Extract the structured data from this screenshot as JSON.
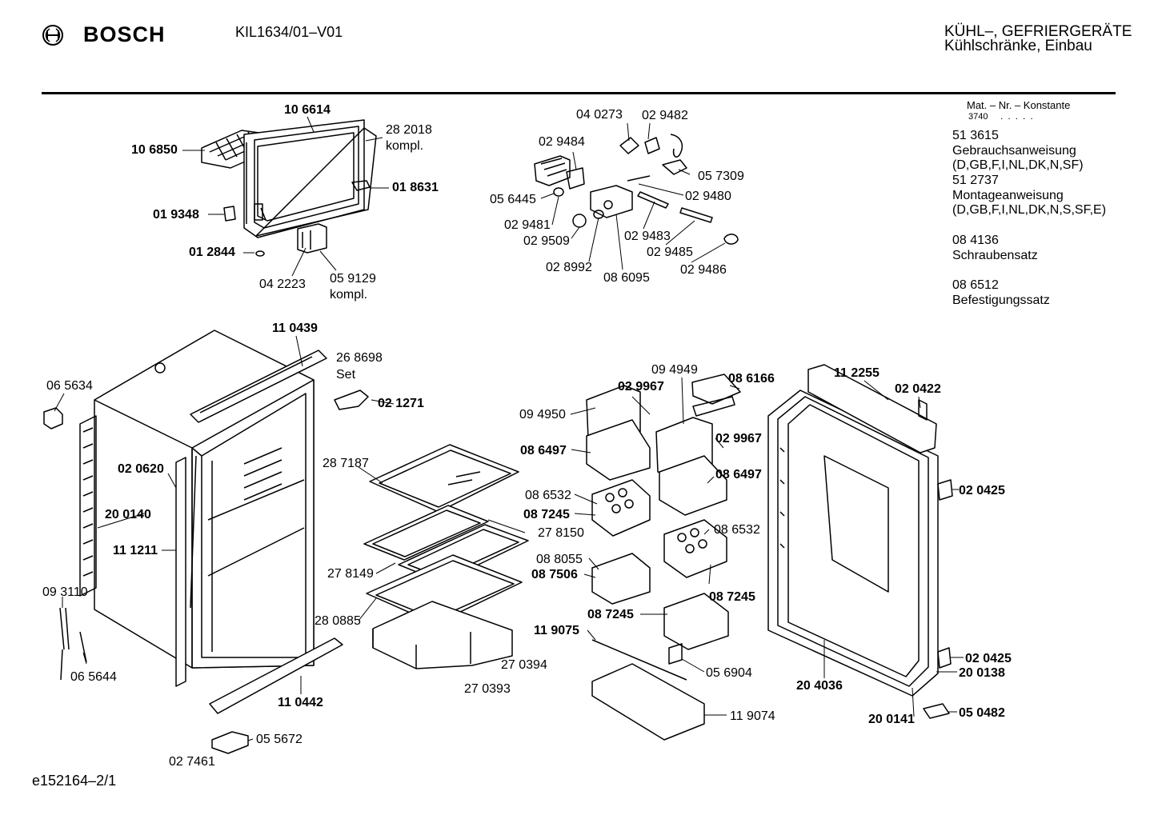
{
  "header": {
    "brand": "BOSCH",
    "model": "KIL1634/01–V01",
    "category_line1": "KÜHL–, GEFRIERGERÄTE",
    "category_line2": "Kühlschränke, Einbau"
  },
  "material_constant": {
    "label": "Mat. – Nr. – Konstante",
    "value": "3740"
  },
  "side_parts": [
    {
      "number": "51 3615",
      "description": "Gebrauchsanweisung",
      "note": "(D,GB,F,I,NL,DK,N,SF)"
    },
    {
      "number": "51 2737",
      "description": "Montageanweisung",
      "note": "(D,GB,F,I,NL,DK,N,S,SF,E)"
    },
    {
      "number": "08 4136",
      "description": "Schraubensatz",
      "note": ""
    },
    {
      "number": "08 6512",
      "description": "Befestigungssatz",
      "note": ""
    }
  ],
  "footer": {
    "diagram_id": "e152164–2/1"
  },
  "part_labels": {
    "p_106614": "10 6614",
    "p_106850": "10 6850",
    "p_282018": "28 2018",
    "p_kompl_1": "kompl.",
    "p_018631": "01 8631",
    "p_019348": "01 9348",
    "p_012844": "01 2844",
    "p_042223": "04 2223",
    "p_059129": "05 9129",
    "p_kompl_2": "kompl.",
    "p_040273": "04 0273",
    "p_029482": "02 9482",
    "p_029484": "02 9484",
    "p_057309": "05 7309",
    "p_056445": "05 6445",
    "p_029480": "02 9480",
    "p_029481": "02 9481",
    "p_029509": "02 9509",
    "p_029483": "02 9483",
    "p_029485": "02 9485",
    "p_028992": "02 8992",
    "p_086095": "08 6095",
    "p_029486": "02 9486",
    "p_110439": "11 0439",
    "p_268698": "26 8698",
    "p_set": "Set",
    "p_021271": "02 1271",
    "p_065634": "06 5634",
    "p_020620": "02 0620",
    "p_200140": "20 0140",
    "p_111211": "11 1211",
    "p_287187": "28 7187",
    "p_278150": "27 8150",
    "p_278149": "27 8149",
    "p_280885": "28 0885",
    "p_270394": "27 0394",
    "p_270393": "27 0393",
    "p_093110": "09 3110",
    "p_065644": "06 5644",
    "p_110442": "11 0442",
    "p_055672": "05 5672",
    "p_027461": "02 7461",
    "p_094949": "09 4949",
    "p_086166": "08 6166",
    "p_029967_a": "02 9967",
    "p_094950": "09 4950",
    "p_086497_a": "08 6497",
    "p_029967_b": "02 9967",
    "p_086497_b": "08 6497",
    "p_086532_a": "08 6532",
    "p_087245_a": "08 7245",
    "p_086532_b": "08 6532",
    "p_088055": "08 8055",
    "p_087506": "08 7506",
    "p_087245_b": "08 7245",
    "p_087245_c": "08 7245",
    "p_119075": "11 9075",
    "p_056904": "05 6904",
    "p_119074": "11 9074",
    "p_112255": "11 2255",
    "p_020422": "02 0422",
    "p_020425_a": "02 0425",
    "p_020425_b": "02 0425",
    "p_204036": "20 4036",
    "p_200138": "20 0138",
    "p_200141": "20 0141",
    "p_050482": "05 0482"
  }
}
